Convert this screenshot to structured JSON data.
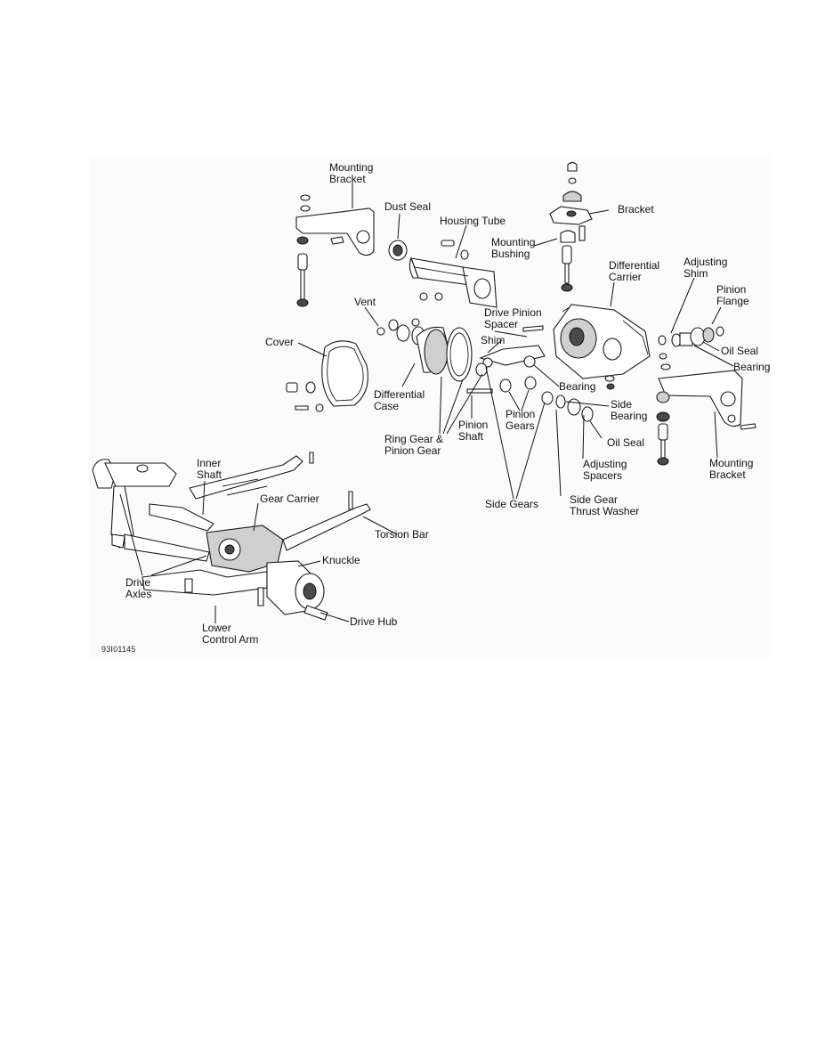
{
  "figure": {
    "id_label": "93I01145",
    "labels": {
      "mounting_bracket_top": "Mounting\nBracket",
      "dust_seal": "Dust Seal",
      "housing_tube": "Housing Tube",
      "bracket": "Bracket",
      "mounting_bushing": "Mounting\nBushing",
      "differential_carrier": "Differential\nCarrier",
      "adjusting_shim": "Adjusting\nShim",
      "pinion_flange": "Pinion\nFlange",
      "vent": "Vent",
      "drive_pinion_spacer": "Drive Pinion\nSpacer",
      "shim": "Shim",
      "oil_seal_right": "Oil Seal",
      "bearing_right": "Bearing",
      "cover": "Cover",
      "bearing_mid": "Bearing",
      "differential_case": "Differential\nCase",
      "side_bearing": "Side\nBearing",
      "pinion_gears": "Pinion\nGears",
      "pinion_shaft": "Pinion\nShaft",
      "oil_seal_low": "Oil Seal",
      "ring_gear_pinion_gear": "Ring Gear &\nPinion Gear",
      "adjusting_spacers": "Adjusting\nSpacers",
      "mounting_bracket_right": "Mounting\nBracket",
      "inner_shaft": "Inner\nShaft",
      "gear_carrier": "Gear Carrier",
      "side_gears": "Side Gears",
      "side_gear_thrust_washer": "Side Gear\nThrust Washer",
      "torsion_bar": "Torsion Bar",
      "knuckle": "Knuckle",
      "drive_axles": "Drive\nAxles",
      "drive_hub": "Drive Hub",
      "lower_control_arm": "Lower\nControl Arm"
    }
  }
}
